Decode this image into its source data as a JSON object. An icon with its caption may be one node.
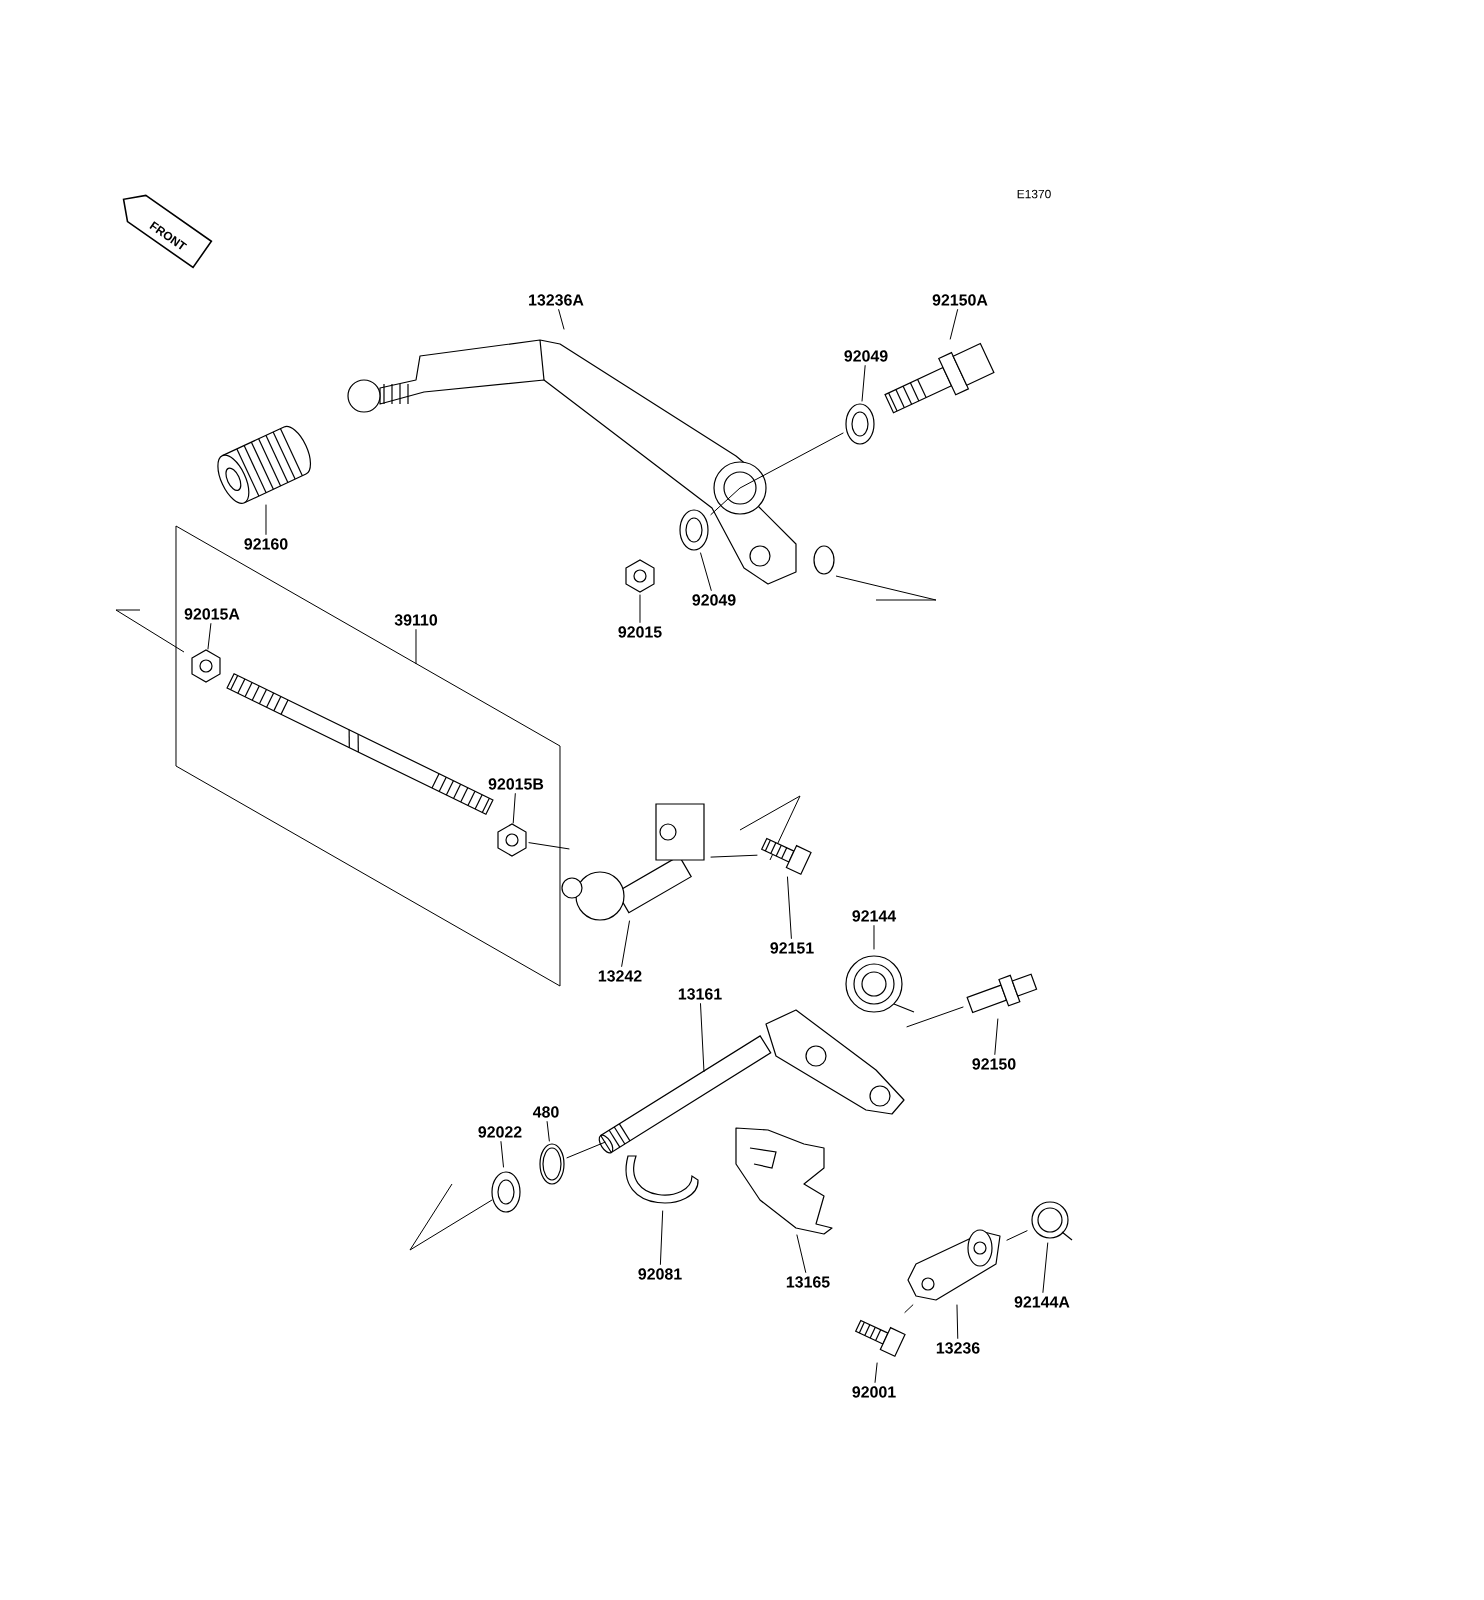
{
  "diagram": {
    "nodes": [
      {
        "text": [
          "13236A"
        ]
      },
      {
        "text": [
          "92150A"
        ]
      },
      {
        "text": [
          "92049"
        ]
      },
      {
        "text": [
          "92160"
        ]
      },
      {
        "text": [
          "92015"
        ]
      },
      {
        "text": [
          "92049"
        ]
      },
      {
        "text": [
          "92015A"
        ],
        "in": 28
      },
      {
        "text": [
          "39110"
        ]
      },
      {
        "text": [
          "92015B"
        ],
        "in": 28
      },
      {
        "text": [
          "13242"
        ]
      },
      {
        "text": [
          "92151"
        ]
      },
      {
        "text": [
          "92144"
        ]
      },
      {
        "text": [
          "13161"
        ]
      },
      {
        "text": [
          "92150"
        ]
      },
      {
        "text": [
          "480"
        ]
      },
      {
        "text": [
          "92022"
        ]
      },
      {
        "text": [
          "92081"
        ]
      },
      {
        "text": [
          "13165"
        ]
      },
      {
        "text": [
          "92144A"
        ]
      },
      {
        "text": [
          "13236"
        ]
      },
      {
        "text": [
          "92001"
        ]
      },
      {
        "text": [],
        "shape": "picture"
      },
      {
        "text": [],
        "shape": "picture"
      },
      {
        "text": [],
        "shape": "picture"
      },
      {
        "text": [],
        "shape": "picture"
      },
      {
        "text": [],
        "shape": "picture"
      },
      {
        "text": [],
        "shape": "picture"
      },
      {
        "text": [],
        "shape": "picture",
        "in": 28
      },
      {
        "text": [],
        "shape": "picture"
      },
      {
        "text": [],
        "shape": "picture",
        "in": 28
      },
      {
        "text": [],
        "shape": "picture"
      },
      {
        "text": [],
        "shape": "picture"
      },
      {
        "text": [],
        "shape": "picture"
      },
      {
        "text": [],
        "shape": "picture"
      },
      {
        "text": [],
        "shape": "picture"
      },
      {
        "text": [],
        "shape": "picture"
      },
      {
        "text": [],
        "shape": "picture"
      },
      {
        "text": [],
        "shape": "picture"
      },
      {
        "text": [],
        "shape": "picture"
      },
      {
        "text": [],
        "shape": "picture"
      },
      {
        "text": [],
        "shape": "picture"
      },
      {
        "text": [],
        "shape": "picture"
      },
      {
        "text": [
          "FRONT"
        ]
      }
    ],
    "edges": [
      {
        "from": 0,
        "to": 21,
        "arrow": "none"
      },
      {
        "from": 1,
        "to": 22,
        "arrow": "none"
      },
      {
        "from": 2,
        "to": 23,
        "arrow": "none"
      },
      {
        "from": 3,
        "to": 24,
        "arrow": "none"
      },
      {
        "from": 4,
        "to": 25,
        "arrow": "none"
      },
      {
        "from": 5,
        "to": 26,
        "arrow": "none"
      },
      {
        "from": 6,
        "to": 27,
        "arrow": "none"
      },
      {
        "from": 7,
        "to": 28,
        "arrow": "none"
      },
      {
        "from": 8,
        "to": 29,
        "arrow": "none"
      },
      {
        "from": 9,
        "to": 30,
        "arrow": "none"
      },
      {
        "from": 10,
        "to": 31,
        "arrow": "none"
      },
      {
        "from": 11,
        "to": 32,
        "arrow": "none"
      },
      {
        "from": 12,
        "to": 33,
        "arrow": "none"
      },
      {
        "from": 13,
        "to": 34,
        "arrow": "none"
      },
      {
        "from": 14,
        "to": 35,
        "arrow": "none"
      },
      {
        "from": 15,
        "to": 36,
        "arrow": "none"
      },
      {
        "from": 16,
        "to": 37,
        "arrow": "none"
      },
      {
        "from": 17,
        "to": 38,
        "arrow": "none"
      },
      {
        "from": 18,
        "to": 39,
        "arrow": "none"
      },
      {
        "from": 19,
        "to": 40,
        "arrow": "none"
      },
      {
        "from": 20,
        "to": 41,
        "arrow": "none"
      },
      {
        "from": 23,
        "to": 21,
        "arrow": "none"
      },
      {
        "from": 26,
        "to": 21,
        "arrow": "none"
      },
      {
        "from": 29,
        "to": 30,
        "arrow": "none"
      },
      {
        "from": 30,
        "to": 31,
        "arrow": "none"
      },
      {
        "from": 34,
        "to": 33,
        "arrow": "none"
      },
      {
        "from": 35,
        "to": 33,
        "arrow": "none"
      },
      {
        "from": 41,
        "to": 40,
        "arrow": "none"
      },
      {
        "from": 40,
        "to": 39,
        "arrow": "none"
      }
    ],
    "labels": [
      "E1370"
    ]
  }
}
